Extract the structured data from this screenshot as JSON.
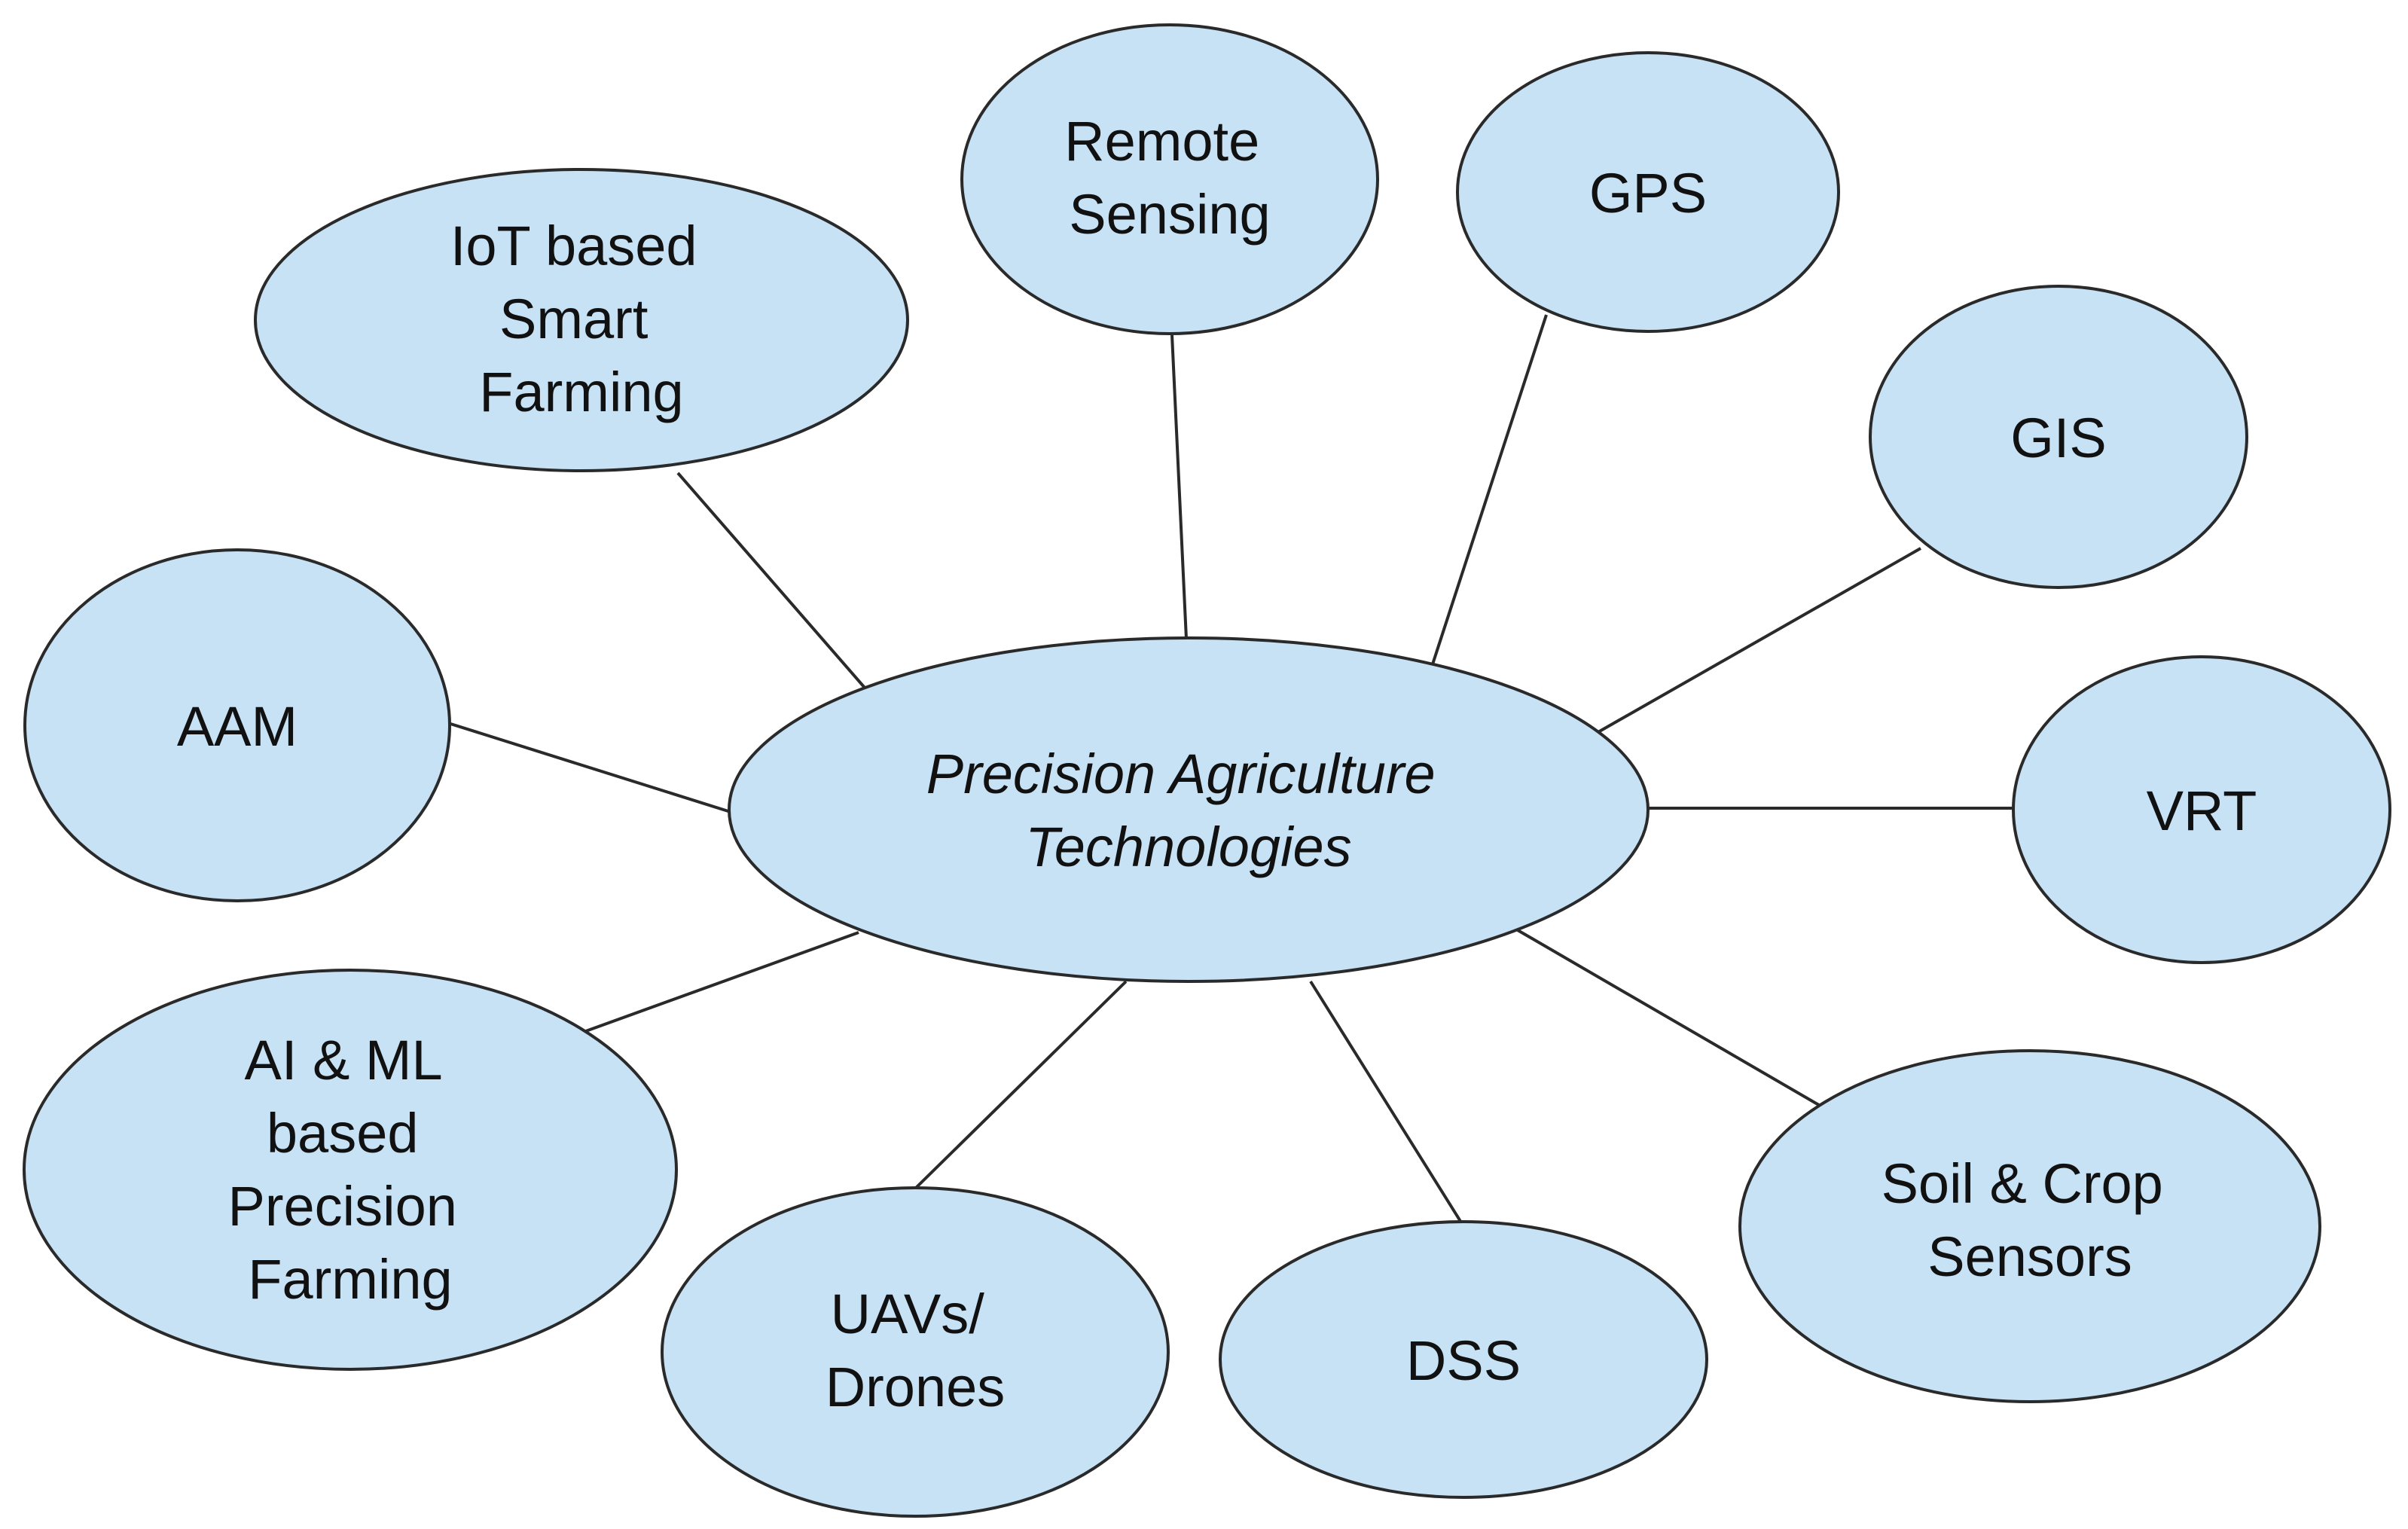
{
  "center": {
    "lines": [
      "Precision Agriculture",
      "Technologies"
    ]
  },
  "nodes": [
    {
      "id": "remote-sensing",
      "lines": [
        "Remote",
        "Sensing"
      ]
    },
    {
      "id": "gps",
      "lines": [
        "GPS"
      ]
    },
    {
      "id": "iot-smart-farming",
      "lines": [
        "IoT based",
        "Smart",
        "Farming"
      ]
    },
    {
      "id": "gis",
      "lines": [
        "GIS"
      ]
    },
    {
      "id": "aam",
      "lines": [
        "AAM"
      ]
    },
    {
      "id": "vrt",
      "lines": [
        "VRT"
      ]
    },
    {
      "id": "ai-ml-precision-farming",
      "lines": [
        "AI & ML",
        "based",
        "Precision",
        "Farming"
      ]
    },
    {
      "id": "soil-crop-sensors",
      "lines": [
        "Soil & Crop",
        "Sensors"
      ]
    },
    {
      "id": "uavs-drones",
      "lines": [
        "UAVs/",
        "Drones"
      ]
    },
    {
      "id": "dss",
      "lines": [
        "DSS"
      ]
    }
  ],
  "colors": {
    "node_fill": "#c7e1f5",
    "outline": "#2a2a2a",
    "text": "#111111"
  }
}
